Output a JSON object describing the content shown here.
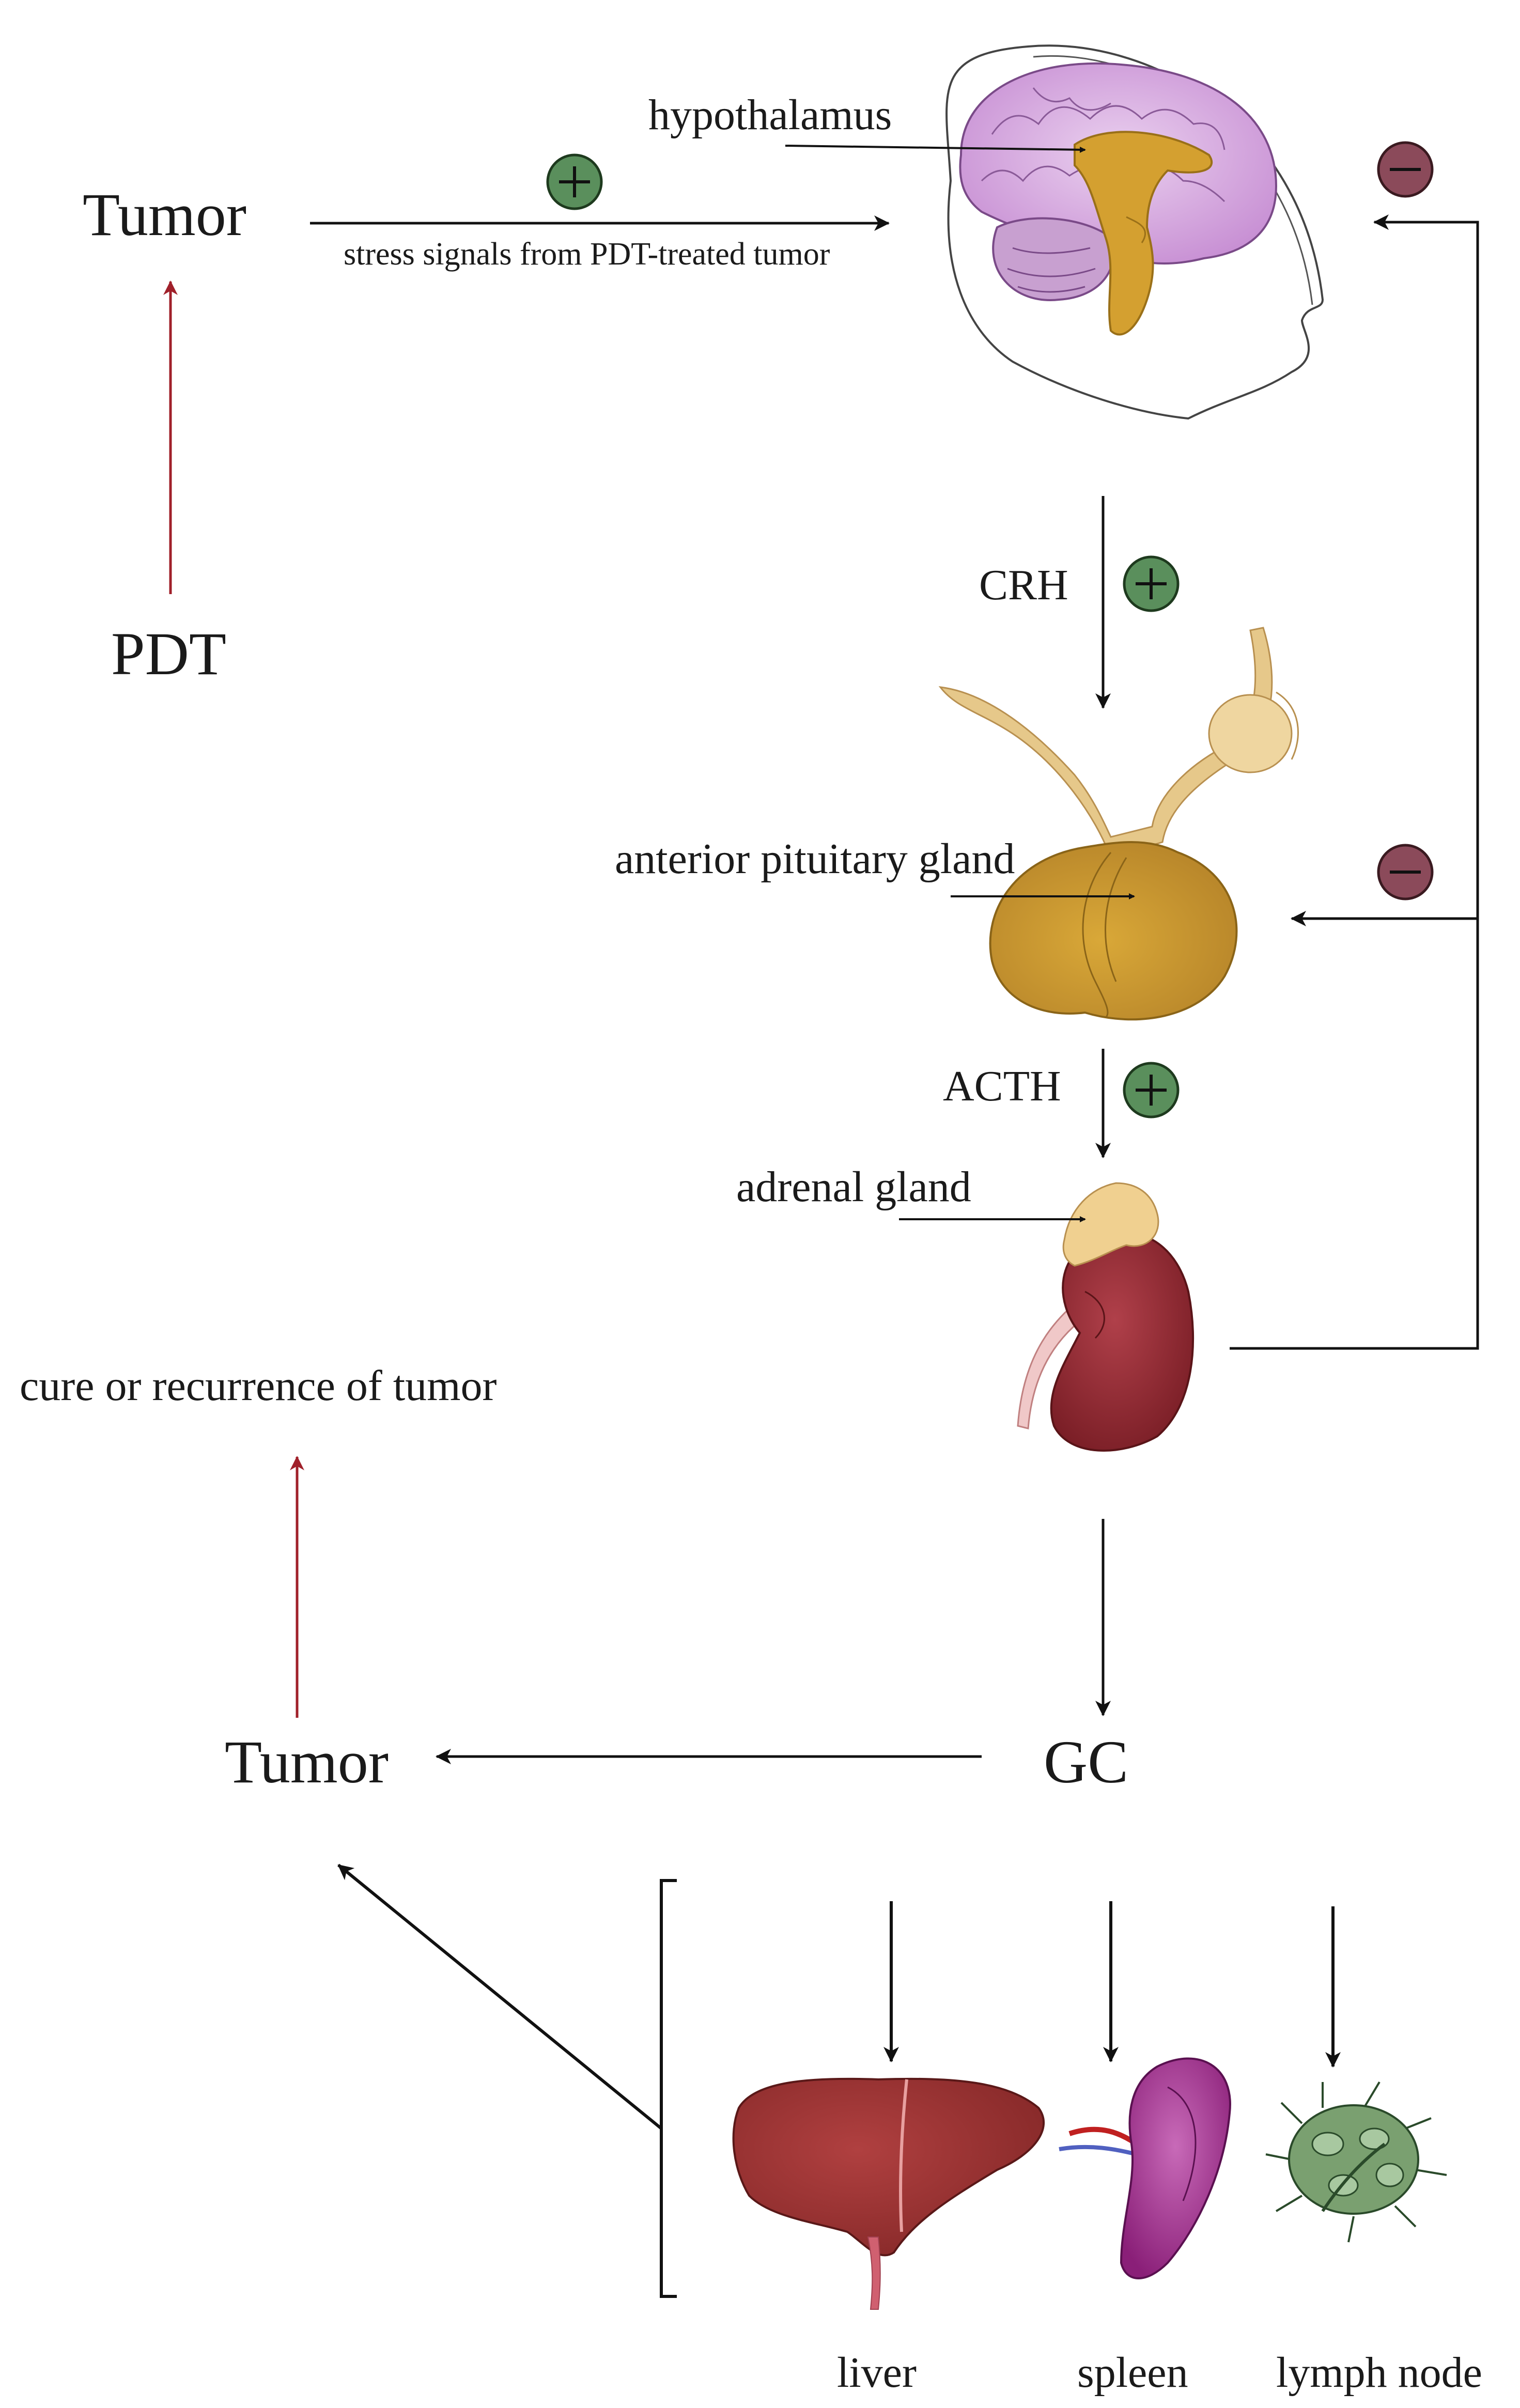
{
  "labels": {
    "tumor_top": "Tumor",
    "pdt": "PDT",
    "stress_signals": "stress signals from PDT-treated tumor",
    "hypothalamus": "hypothalamus",
    "crh": "CRH",
    "anterior_pituitary": "anterior pituitary gland",
    "acth": "ACTH",
    "adrenal_gland": "adrenal gland",
    "cure_or_recurrence": "cure or recurrence of tumor",
    "gc": "GC",
    "tumor_bottom": "Tumor",
    "liver": "liver",
    "spleen": "spleen",
    "lymph_node": "lymph node"
  },
  "badges": {
    "plus": "+",
    "minus": "−"
  },
  "colors": {
    "plus_badge": "#5a8f5c",
    "minus_badge": "#8b4a5a",
    "red_arrow": "#a0202a",
    "brain_cortex": "#d8a8e0",
    "hypothalamus": "#d4a030",
    "pituitary": "#c99a30",
    "kidney": "#8e2a30",
    "adrenal": "#f0d090",
    "liver": "#9a3030",
    "spleen": "#a02a8a",
    "lymph_node": "#7aa070"
  },
  "icons": [
    "brain-icon",
    "pituitary-icon",
    "kidney-icon",
    "liver-icon",
    "spleen-icon",
    "lymph-node-icon"
  ]
}
